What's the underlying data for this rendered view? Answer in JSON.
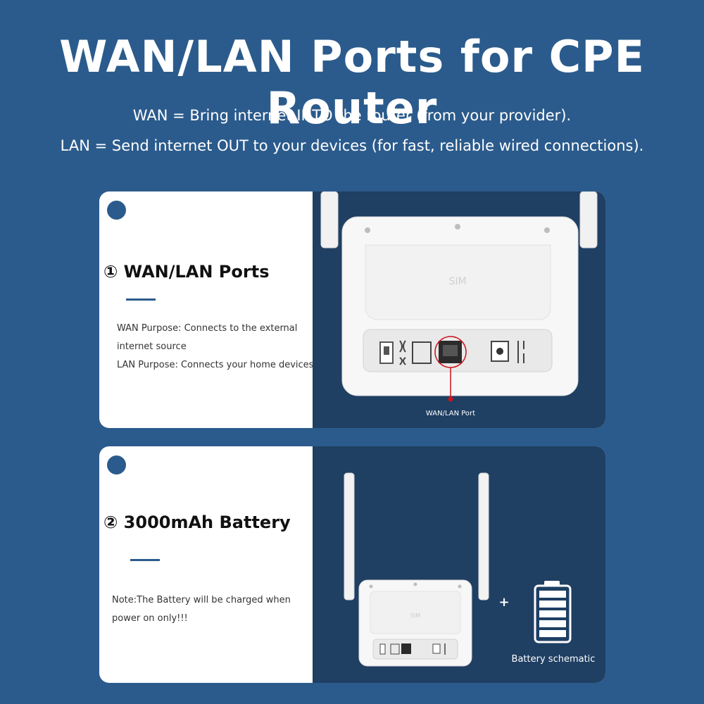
{
  "header": {
    "title": "WAN/LAN Ports for CPE Router",
    "line1": "WAN = Bring internet INTO the router (from your provider).",
    "line2": "LAN = Send internet OUT to your devices (for fast, reliable wired connections)."
  },
  "card1": {
    "heading": "① WAN/LAN Ports",
    "desc_line1": "WAN Purpose: Connects to the external",
    "desc_line2": "internet source",
    "desc_line3": "LAN Purpose: Connects your home devices",
    "router_sim_label": "SIM",
    "port_callout": "WAN/LAN Port"
  },
  "card2": {
    "heading": "② 3000mAh Battery",
    "desc_line1": "Note:The Battery will be charged when",
    "desc_line2": "power on only!!!",
    "router_sim_label": "SIM",
    "plus": "+",
    "battery_caption": "Battery schematic"
  },
  "colors": {
    "background": "#2b5b8c",
    "panel_dark": "#1f3f63",
    "accent_dot": "#2b5b8c",
    "callout_red": "#d0101a"
  }
}
